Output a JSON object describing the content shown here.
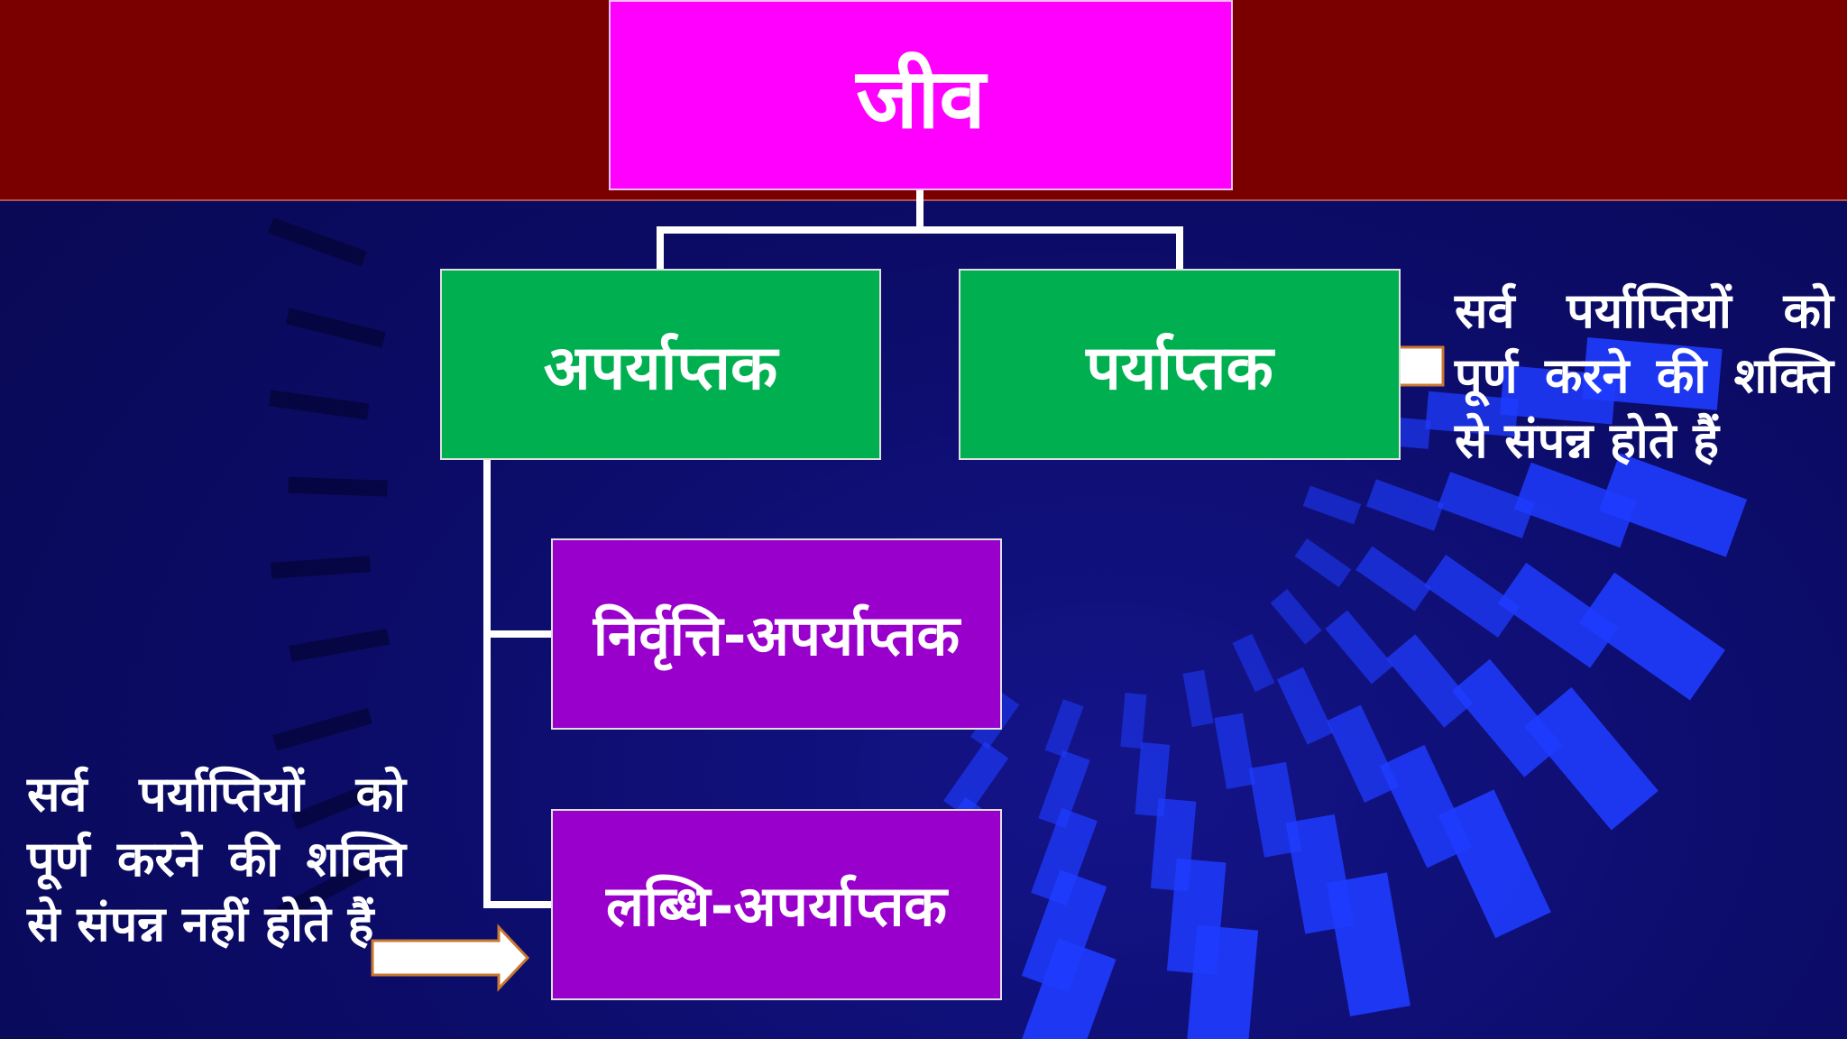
{
  "colors": {
    "background": "#0a0a5e",
    "header_band": "#7a0000",
    "root_box": "#ff00ff",
    "level1_box": "#00b050",
    "level2_box": "#9900cc",
    "connector": "#ffffff",
    "accent_tiles": "#1f3cff"
  },
  "diagram": {
    "root": {
      "label": "जीव"
    },
    "level1": [
      {
        "label": "अपर्याप्तक"
      },
      {
        "label": "पर्याप्तक"
      }
    ],
    "level2": [
      {
        "label": "निर्वृत्ति-अपर्याप्तक"
      },
      {
        "label": "लब्धि-अपर्याप्तक"
      }
    ]
  },
  "notes": {
    "paryaptak": "सर्व पर्याप्तियों को पूर्ण करने की शक्ति से संपन्न होते हैं",
    "labdhi": "सर्व पर्याप्तियों को पूर्ण करने की शक्ति से संपन्न नहीं होते हैं"
  },
  "icons": {
    "paryaptak_note": "left-arrow-icon",
    "labdhi_note": "right-arrow-icon"
  }
}
